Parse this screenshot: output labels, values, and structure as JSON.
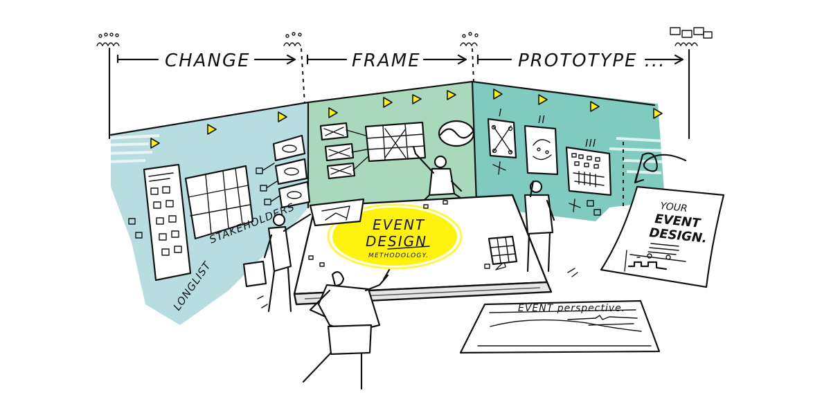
{
  "timeline": {
    "phases": [
      {
        "label": "CHANGE"
      },
      {
        "label": "FRAME"
      },
      {
        "label": "PROTOTYPE ..."
      }
    ]
  },
  "center": {
    "title_line1": "EVENT",
    "title_line2": "DESIGN",
    "subtitle": "METHODOLOGY."
  },
  "left_wall": {
    "labels": [
      "STAKEHOLDERS",
      "LONGLIST"
    ]
  },
  "right_wall": {
    "prototype_markers": [
      "I",
      "II",
      "III"
    ]
  },
  "document": {
    "line1": "YOUR",
    "line2": "EVENT",
    "line3": "DESIGN."
  },
  "perspective_board": {
    "label": "EVENT perspective."
  },
  "colors": {
    "left_wall": "#b7dde0",
    "center_wall": "#a9d8bd",
    "right_wall": "#7fcbc0",
    "highlight_yellow": "#fff200",
    "ink": "#111111"
  }
}
